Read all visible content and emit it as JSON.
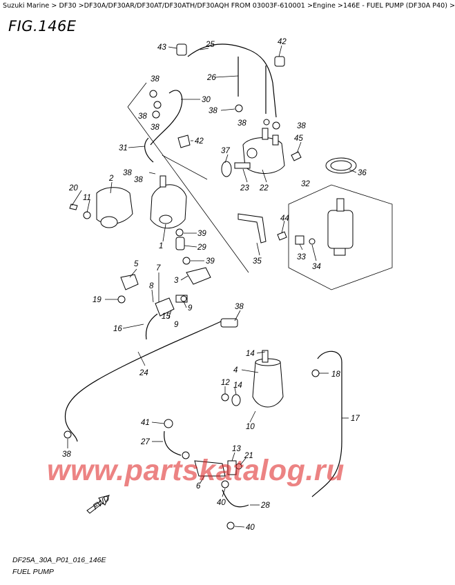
{
  "breadcrumb": "Suzuki Marine > DF30 >DF30A/DF30AR/DF30AT/DF30ATH/DF30AQH FROM 03003F-610001 >Engine >146E - FUEL PUMP (DF30A P40) >",
  "figure_title": "FIG.146E",
  "callouts": [
    {
      "id": "c43",
      "text": "43"
    },
    {
      "id": "c25",
      "text": "25"
    },
    {
      "id": "c42a",
      "text": "42"
    },
    {
      "id": "c38a",
      "text": "38"
    },
    {
      "id": "c26",
      "text": "26"
    },
    {
      "id": "c30",
      "text": "30"
    },
    {
      "id": "c38b",
      "text": "38"
    },
    {
      "id": "c38c",
      "text": "38"
    },
    {
      "id": "c38d",
      "text": "38"
    },
    {
      "id": "c38e",
      "text": "38"
    },
    {
      "id": "c38f",
      "text": "38"
    },
    {
      "id": "c42b",
      "text": "42"
    },
    {
      "id": "c45",
      "text": "45"
    },
    {
      "id": "c31",
      "text": "31"
    },
    {
      "id": "c37",
      "text": "37"
    },
    {
      "id": "c36",
      "text": "36"
    },
    {
      "id": "c38g",
      "text": "38"
    },
    {
      "id": "c2",
      "text": "2"
    },
    {
      "id": "c38h",
      "text": "38"
    },
    {
      "id": "c23",
      "text": "23"
    },
    {
      "id": "c22",
      "text": "22"
    },
    {
      "id": "c32",
      "text": "32"
    },
    {
      "id": "c20",
      "text": "20"
    },
    {
      "id": "c11",
      "text": "11"
    },
    {
      "id": "c44",
      "text": "44"
    },
    {
      "id": "c39a",
      "text": "39"
    },
    {
      "id": "c1",
      "text": "1"
    },
    {
      "id": "c29",
      "text": "29"
    },
    {
      "id": "c33",
      "text": "33"
    },
    {
      "id": "c34",
      "text": "34"
    },
    {
      "id": "c35",
      "text": "35"
    },
    {
      "id": "c39b",
      "text": "39"
    },
    {
      "id": "c5",
      "text": "5"
    },
    {
      "id": "c7",
      "text": "7"
    },
    {
      "id": "c3",
      "text": "3"
    },
    {
      "id": "c8",
      "text": "8"
    },
    {
      "id": "c19",
      "text": "19"
    },
    {
      "id": "c15",
      "text": "15"
    },
    {
      "id": "c9a",
      "text": "9"
    },
    {
      "id": "c9b",
      "text": "9"
    },
    {
      "id": "c38i",
      "text": "38"
    },
    {
      "id": "c16",
      "text": "16"
    },
    {
      "id": "c14a",
      "text": "14"
    },
    {
      "id": "c4",
      "text": "4"
    },
    {
      "id": "c18",
      "text": "18"
    },
    {
      "id": "c24",
      "text": "24"
    },
    {
      "id": "c12",
      "text": "12"
    },
    {
      "id": "c14b",
      "text": "14"
    },
    {
      "id": "c10",
      "text": "10"
    },
    {
      "id": "c17",
      "text": "17"
    },
    {
      "id": "c41",
      "text": "41"
    },
    {
      "id": "c27",
      "text": "27"
    },
    {
      "id": "c38j",
      "text": "38"
    },
    {
      "id": "c13",
      "text": "13"
    },
    {
      "id": "c21",
      "text": "21"
    },
    {
      "id": "c6",
      "text": "6"
    },
    {
      "id": "c40a",
      "text": "40"
    },
    {
      "id": "c28",
      "text": "28"
    },
    {
      "id": "c40b",
      "text": "40"
    }
  ],
  "fwd_label": "FWD",
  "watermark": "www.partskatalog.ru",
  "footer": {
    "code": "DF25A_30A_P01_016_146E",
    "name": "FUEL PUMP"
  }
}
